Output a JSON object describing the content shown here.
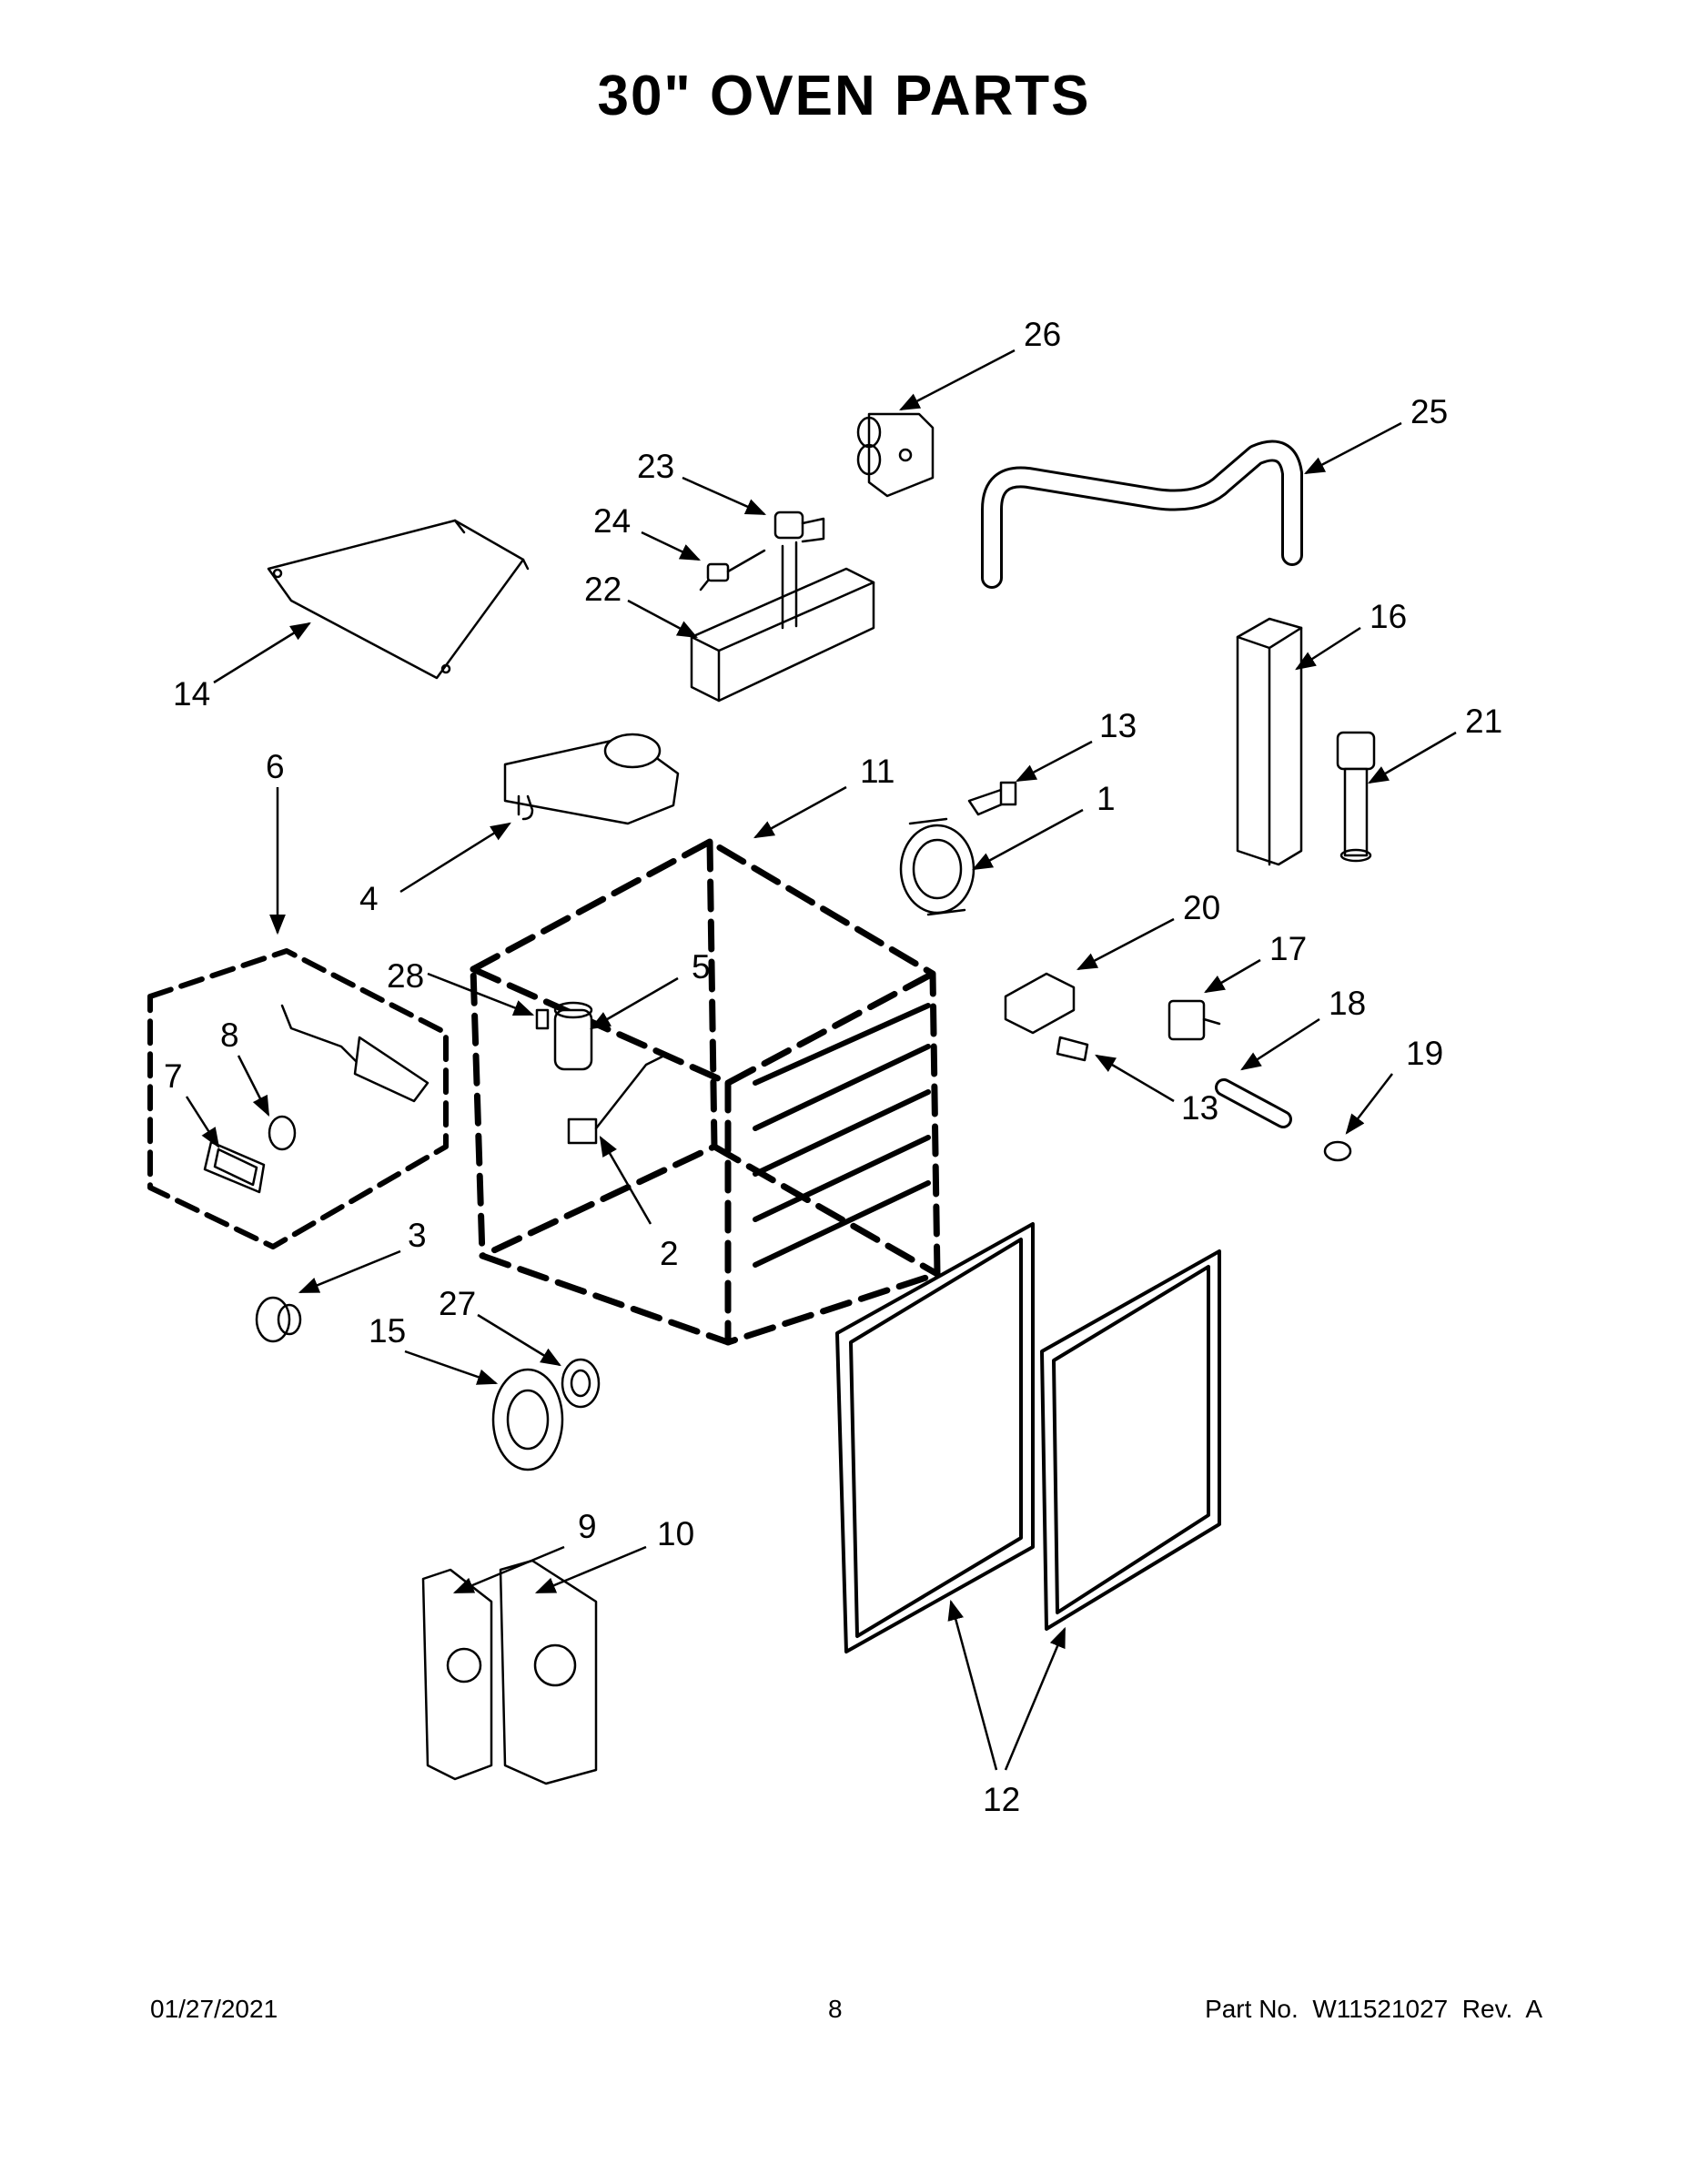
{
  "title": "30\" OVEN PARTS",
  "callouts": [
    "1",
    "2",
    "3",
    "4",
    "5",
    "6",
    "7",
    "8",
    "9",
    "10",
    "11",
    "12",
    "13",
    "14",
    "15",
    "16",
    "17",
    "18",
    "19",
    "20",
    "21",
    "22",
    "23",
    "24",
    "25",
    "26",
    "27",
    "28"
  ],
  "footer": {
    "date": "01/27/2021",
    "page": "8",
    "part_number": "Part No.  W11521027  Rev.  A"
  }
}
